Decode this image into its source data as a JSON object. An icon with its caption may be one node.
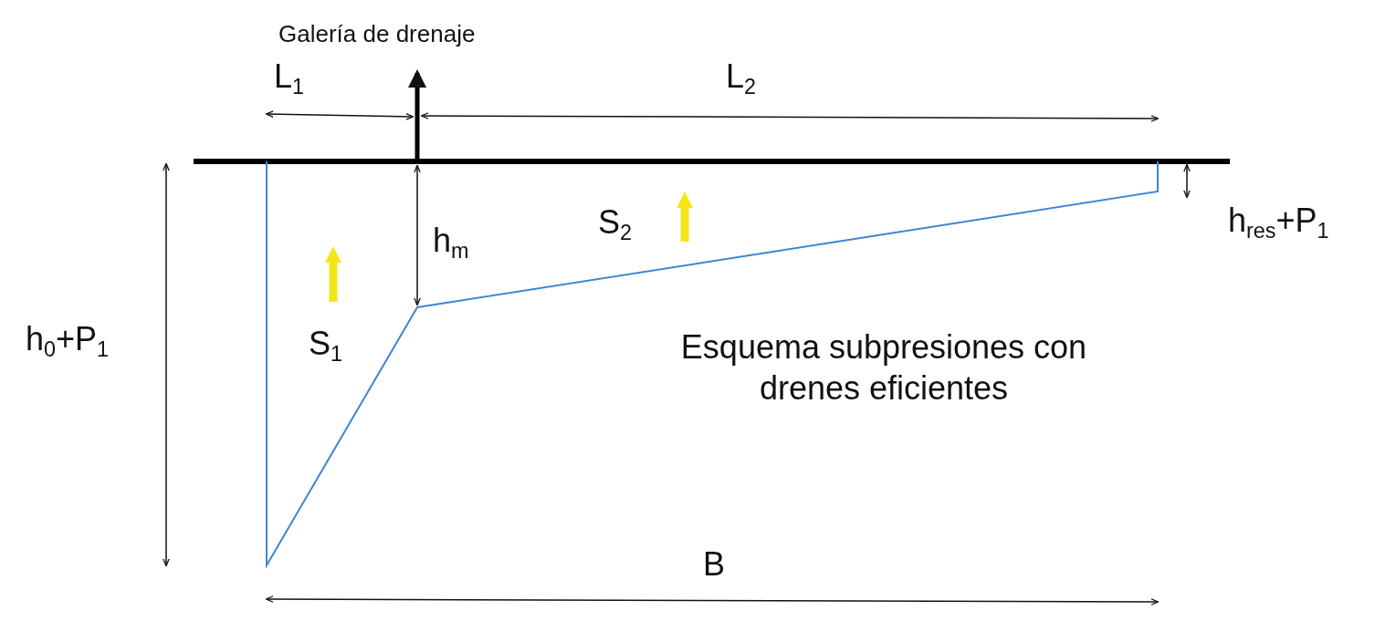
{
  "diagram": {
    "labels": [
      "Galería de drenaje",
      "L$_{1}$",
      "L$_{2}$",
      "h$_{res}$+P$_{1}$",
      "h$_{m}$",
      "S$_{2}$",
      "S$_{1}$",
      "h$_{0}$+P$_{1}$",
      "Esquema subpresiones con drenes eficientes",
      "B"
    ]
  }
}
